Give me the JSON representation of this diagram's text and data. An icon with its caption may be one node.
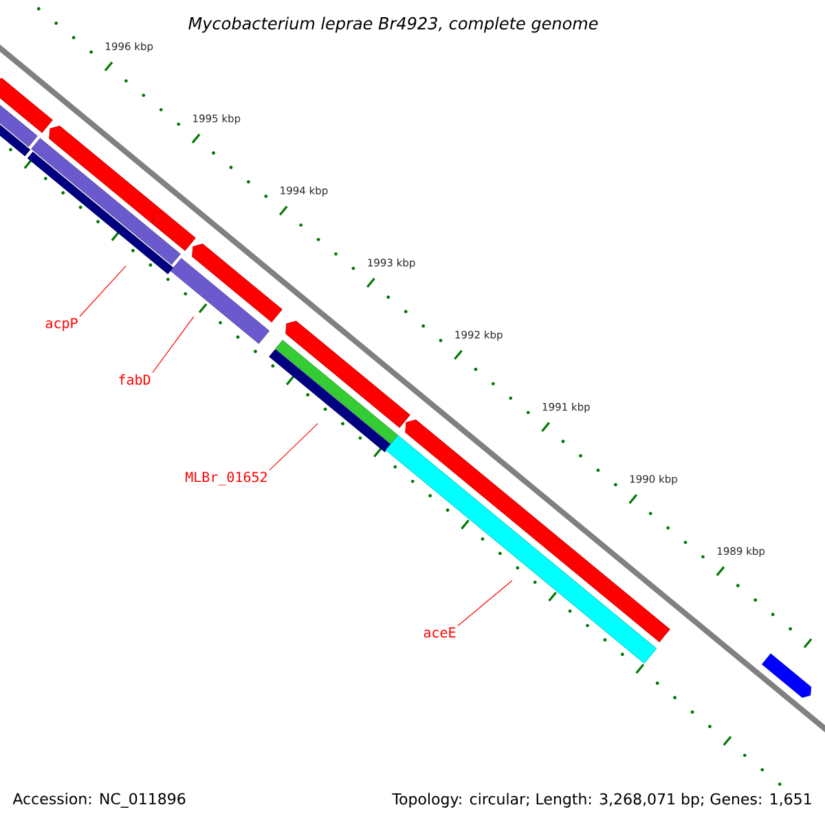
{
  "diagram": {
    "title": "Mycobacterium leprae Br4923, complete genome",
    "nodes": [
      {
        "text": [
          "acpP"
        ]
      },
      {
        "text": [
          "fabD"
        ]
      },
      {
        "text": [
          "MLBr_01652"
        ]
      },
      {
        "text": [
          "aceE"
        ]
      },
      {
        "text": [],
        "shape": "bar"
      },
      {
        "text": [],
        "shape": "bar"
      },
      {
        "text": [],
        "shape": "bar"
      },
      {
        "text": [],
        "shape": "bar"
      },
      {
        "text": [],
        "shape": "bar"
      },
      {
        "text": [],
        "shape": "bar"
      },
      {
        "text": [],
        "shape": "bar"
      },
      {
        "text": [],
        "shape": "bar"
      },
      {
        "text": [],
        "shape": "bar"
      },
      {
        "text": [],
        "shape": "bar"
      },
      {
        "text": [],
        "shape": "bar"
      },
      {
        "text": [],
        "shape": "bar"
      },
      {
        "text": [],
        "shape": "bar"
      },
      {
        "text": [],
        "shape": "bar"
      },
      {
        "text": [],
        "shape": "bar"
      }
    ],
    "edges": [
      {
        "from": 0,
        "to": 13,
        "arrow": "none"
      },
      {
        "from": 1,
        "to": 14,
        "arrow": "none"
      },
      {
        "from": 2,
        "to": 16,
        "arrow": "none"
      },
      {
        "from": 3,
        "to": 17,
        "arrow": "none"
      }
    ],
    "labels": [
      "1996 kbp",
      "1995 kbp",
      "1994 kbp",
      "1993 kbp",
      "1992 kbp",
      "1991 kbp",
      "1990 kbp",
      "1989 kbp",
      "Accession: NC_011896",
      "Topology: circular; Length: 3,268,071 bp; Genes: 1,651"
    ]
  }
}
